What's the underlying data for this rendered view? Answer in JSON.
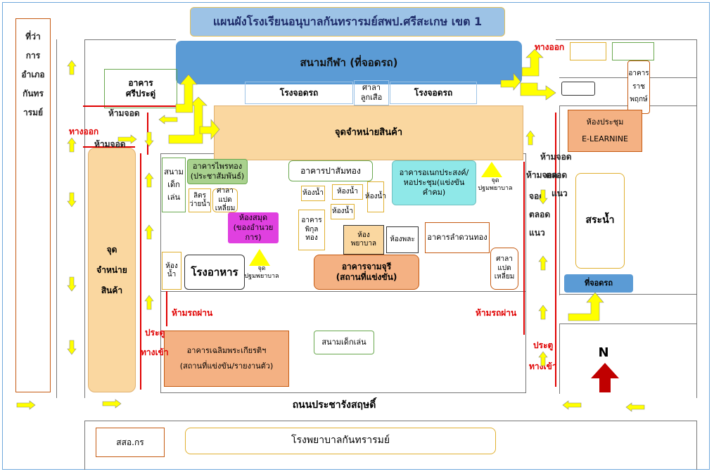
{
  "title": "แผนผังโรงเรียนอนุบาลกันทรารมย์สพป.ศรีสะเกษ เขต 1",
  "colors": {
    "blue_bg": "#5b9bd5",
    "title_bg": "#9dc3e6",
    "orange": "#fad7a0",
    "orange_strong": "#f4b183",
    "green": "#a9d18e",
    "cyan": "#8fe8e8",
    "magenta": "#e040e0",
    "yellow_arrow": "#ffff00",
    "red": "#e00000",
    "north_arrow": "#c00000"
  },
  "left_strip": "ที่ว่าการอำเภอกันทรารมย์",
  "left_strip_lines": [
    "ที่ว่า",
    "การ",
    "อำเภอ",
    "กันทร",
    "ารมย์"
  ],
  "labels": {
    "stadium": "สนามกีฬา    (ที่จอดรถ)",
    "building_sri": "อาคาร",
    "building_sri_2": "ศรีประดู่",
    "carport_1": "โรงจอดรถ",
    "sala": "ศาลา",
    "sala_2": "ลูกเสือ",
    "carport_2": "โรงจอดรถ",
    "shop_top": "จุดจำหน่ายสินค้า",
    "shop_left_1": "จุด",
    "shop_left_2": "จำหน่าย",
    "shop_left_3": "สินค้า",
    "playground_1": "สนาม",
    "playground_2": "เด็ก",
    "playground_3": "เล่น",
    "building_rasadon": "อาคารไพรทอง",
    "building_rasadon_2": "(ประชาสัมพันธ์)",
    "building_prasamthong": "อาคารปาสัมทอง",
    "building_multi": "อาคารอเนกประสงค์/",
    "building_multi_2": "หอประชุม(แข่งขันคำคม)",
    "first_aid_1": "จุดปฐมพยาบาล",
    "toilet_1": "ห้องน้ำ",
    "toilet_2": "ห้องน้ำ",
    "toilet_3": "ห้องน้ำ",
    "toilet_4": "ห้องน้ำ",
    "toilet_5": "ห้อง",
    "toilet_5b": "น้ำ",
    "sink": "ลิตร",
    "sink_2": "ว่ายน้ำ",
    "sala_8": "ศาลาแปด",
    "sala_8b": "เหลี่ยม",
    "library": "ห้องสมุด",
    "library_2": "(ของอำนวยการ)",
    "building_phikul": "อาคาร",
    "building_phikul_2": "พิกุล",
    "building_phikul_3": "ทอง",
    "nurse": "ห้อง",
    "nurse_2": "พยาบาล",
    "pe_room": "ห้องพละ",
    "building_lamduan": "อาคารลำดวนทอง",
    "canteen": "โรงอาหาร",
    "first_aid_2": "จุดปฐมพยาบาล",
    "building_chamchuri": "อาคารจามจุรี",
    "building_chamchuri_2": "(สถานที่แข่งขัน)",
    "sala_8_right": "ศาลาแปด",
    "sala_8_right_2": "เหลี่ยม",
    "building_chaloem": "อาคารเฉลิมพระเกียรติฯ",
    "building_chaloem_2": "(สถานที่แข่งขัน/รายงานตัว)",
    "kids_playground": "สนามเด็กเล่น",
    "building_rajaphruek": "อาคาร",
    "building_rajaphruek_2": "ราช",
    "building_rajaphruek_3": "พฤกษ์",
    "meeting_room": "ห้องประชุม",
    "meeting_room_2": "E-LEARNINE",
    "pool": "สระน้ำ",
    "parking_right": "ที่จอดรถ",
    "road": "ถนนประชารังสฤษดิ์",
    "post_office": "สสอ.กร",
    "hospital": "โรงพยาบาลกันทรารมย์"
  },
  "signs": {
    "exit_top_right": "ทางออก",
    "no_park_1": "ห้ามจอด",
    "exit_left": "ทางออก",
    "no_park_2": "ห้ามจอด",
    "no_park_right_1": "ห้ามจอด",
    "no_park_right_2": "ห้ามจอด",
    "no_park_right_3": "ห้ามจอด",
    "no_park_right_v1": "ตลอด",
    "no_park_right_v2": "แนว",
    "no_park_right_v3": "จอด",
    "no_park_right_v4": "ตลอด",
    "no_park_right_v5": "แนว",
    "no_pass_left": "ห้ามรถผ่าน",
    "no_pass_right": "ห้ามรถผ่าน",
    "gate_left_1": "ประตู",
    "gate_left_2": "ทางเข้า",
    "gate_right_1": "ประตู",
    "gate_right_2": "ทางเข้า",
    "north": "N"
  }
}
